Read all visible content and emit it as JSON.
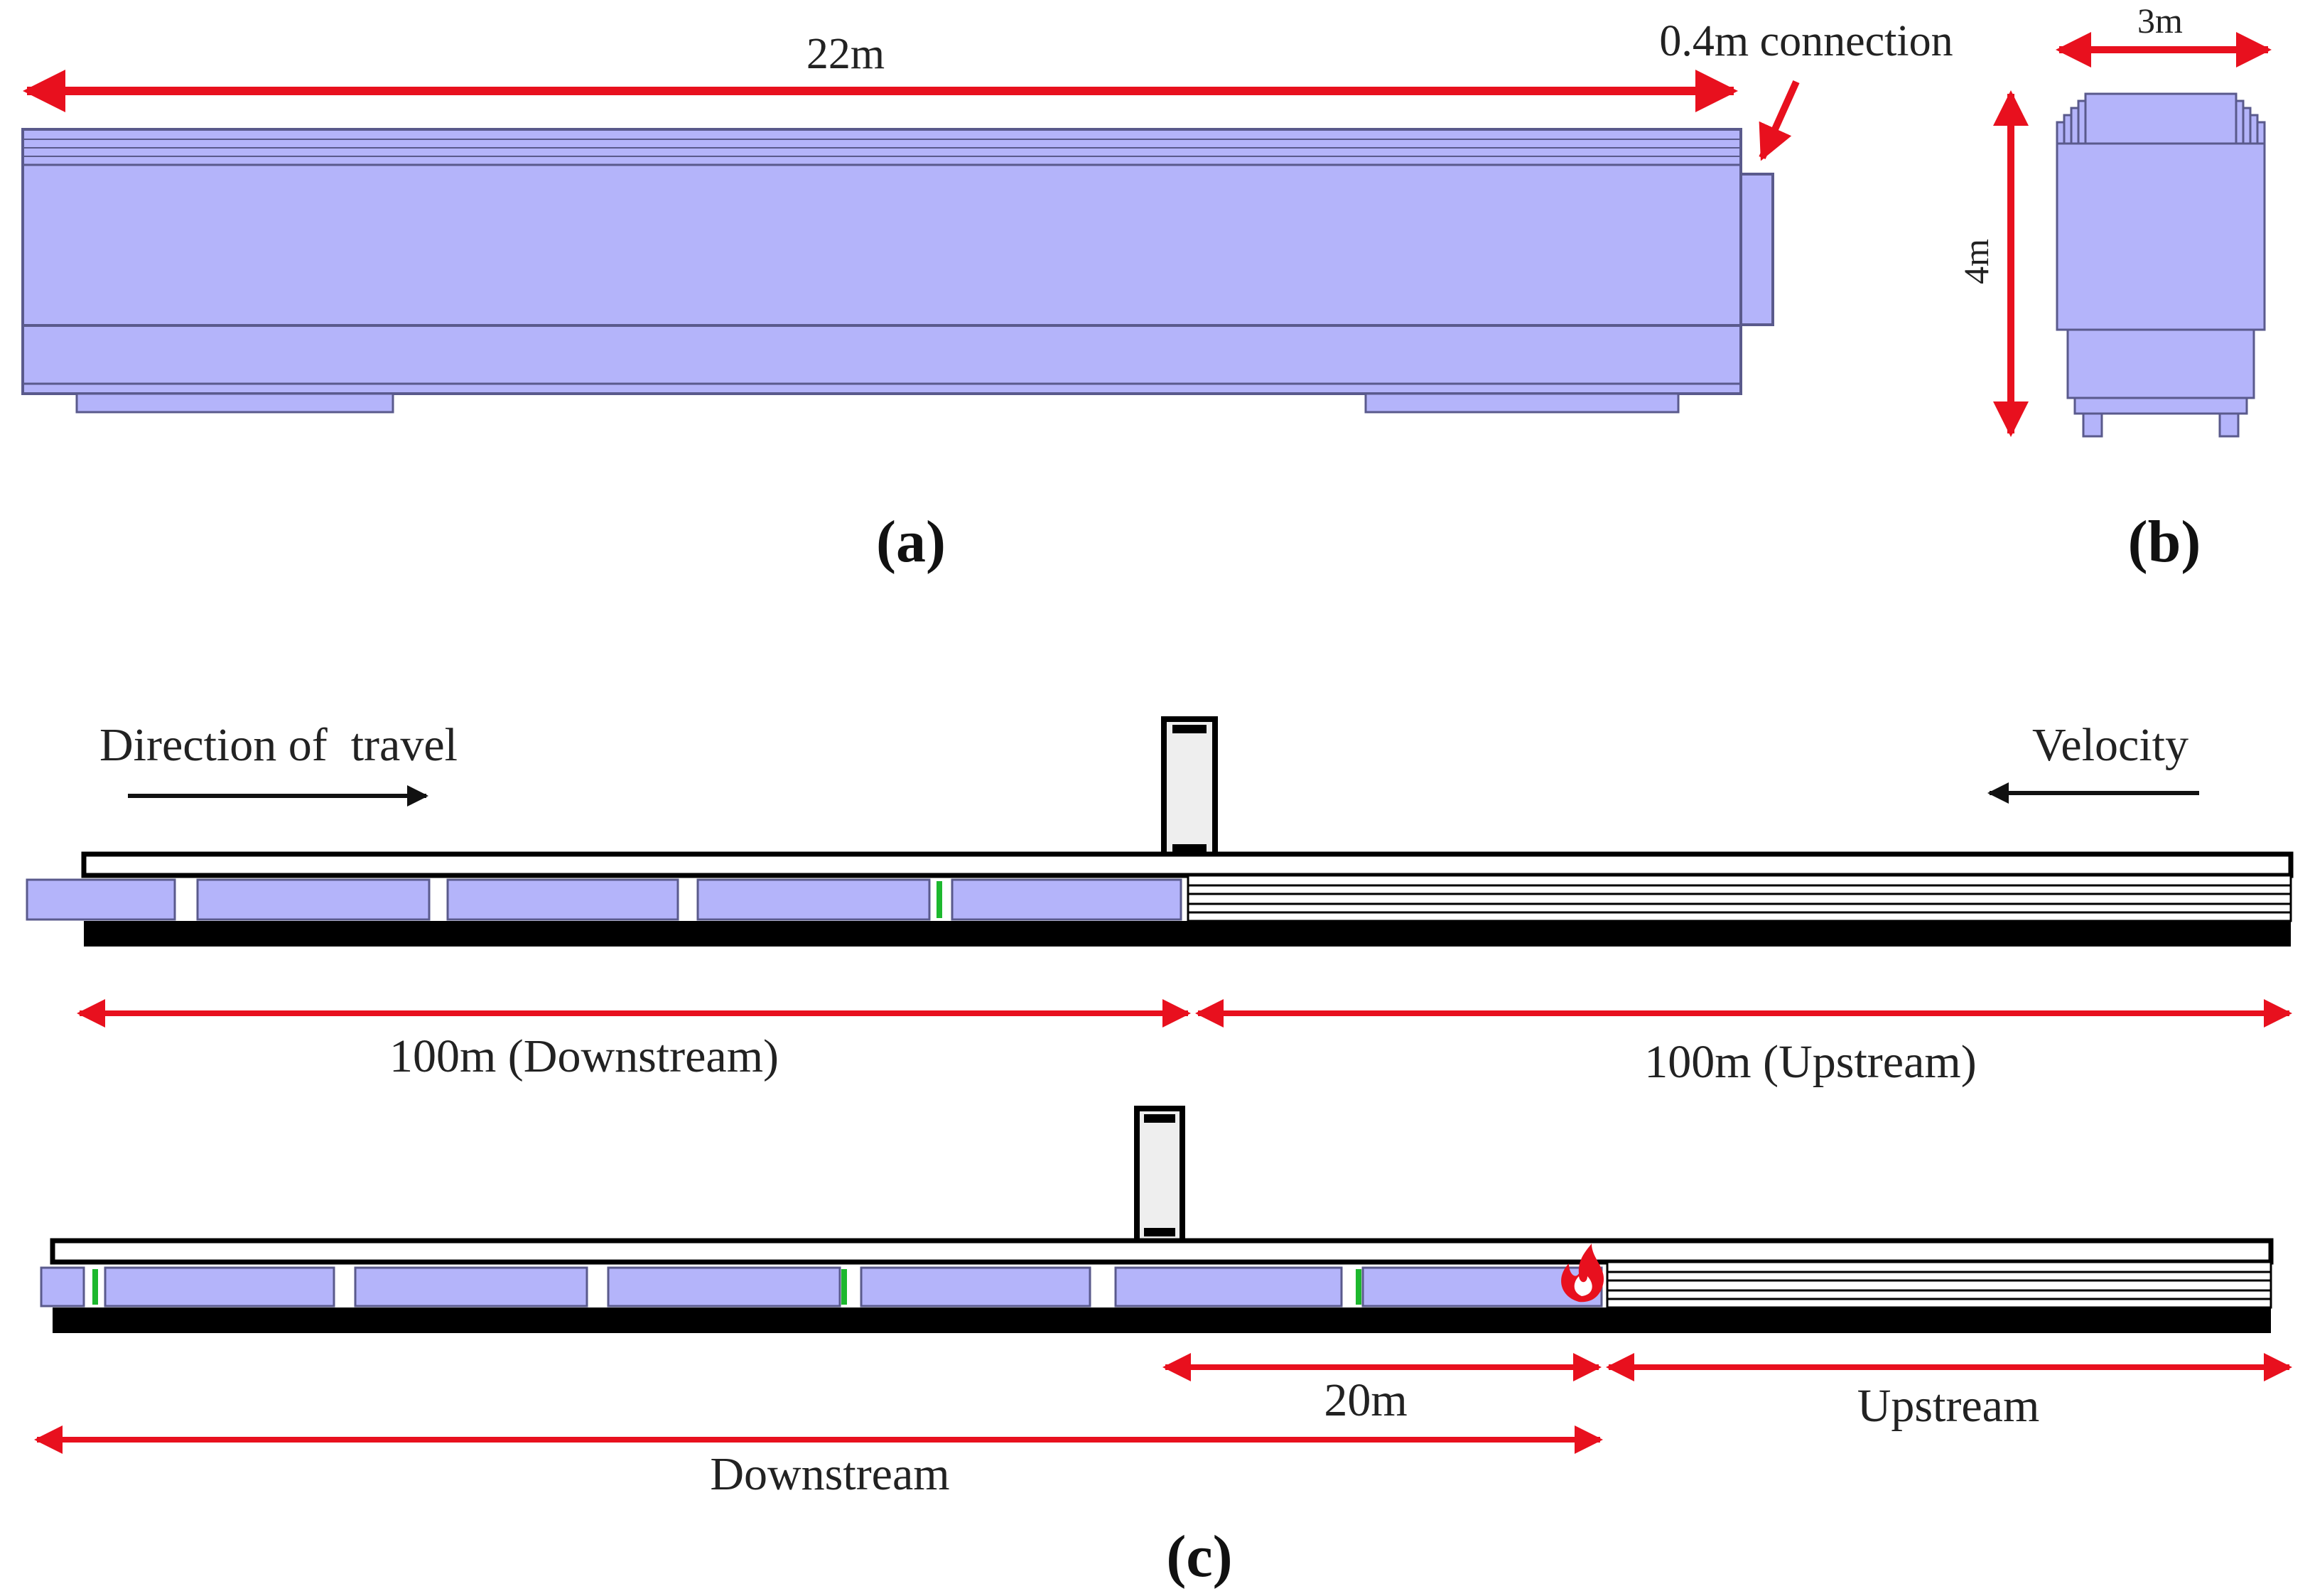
{
  "panel_a": {
    "length_label": "22m",
    "connection_label": "0.4m connection",
    "caption": "(a)"
  },
  "panel_b": {
    "width_label": "3m",
    "height_label": "4m",
    "caption": "(b)"
  },
  "panel_c": {
    "direction_label": "Direction of  travel",
    "velocity_label": "Velocity",
    "top": {
      "downstream_label": "100m (Downstream)",
      "upstream_label": "100m (Upstream)"
    },
    "bottom": {
      "distance_label": "20m",
      "upstream_label": "Upstream",
      "downstream_label": "Downstream"
    },
    "caption": "(c)"
  },
  "colors": {
    "carriage": "#b4b4fa",
    "carriage_edge": "#5a5a8c",
    "dimension_arrow": "#e8101e",
    "tunnel_structure": "#000000",
    "coupling_marker": "#1db82e",
    "fire_marker": "#e8101e"
  },
  "icons": {
    "fire": "fire-icon"
  }
}
